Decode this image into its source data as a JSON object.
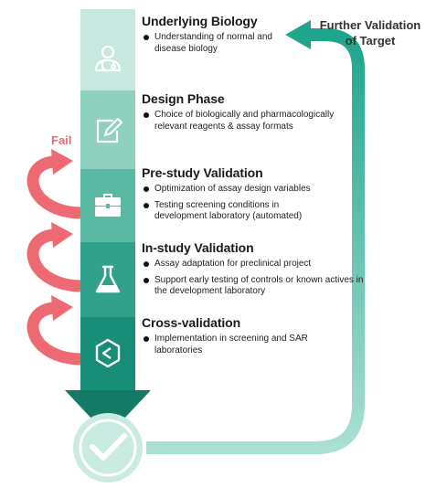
{
  "stages": [
    {
      "icon": "doctor-icon",
      "title": "Underlying Biology",
      "bullets": [
        "Understanding of normal and disease biology"
      ]
    },
    {
      "icon": "pencil-note-icon",
      "title": "Design Phase",
      "bullets": [
        "Choice of biologically and pharmacologically relevant reagents & assay formats"
      ]
    },
    {
      "icon": "briefcase-icon",
      "title": "Pre-study Validation",
      "bullets": [
        "Optimization of assay design variables",
        "Testing screening conditions in development laboratory (automated)"
      ]
    },
    {
      "icon": "flask-icon",
      "title": "In-study Validation",
      "bullets": [
        "Assay adaptation for preclinical project",
        "Support early testing of controls or known actives in the development laboratory"
      ]
    },
    {
      "icon": "hexagon-c-icon",
      "title": "Cross-validation",
      "bullets": [
        "Implementation in screening and SAR laboratories"
      ]
    }
  ],
  "fail_label": "Fail",
  "further_validation": [
    "Further Validation",
    "of Target"
  ],
  "final_icon": "checkmark-icon",
  "colors": {
    "stage_fills": [
      "#c6e8de",
      "#8fd0bf",
      "#5ab9a3",
      "#32a18b",
      "#188d77"
    ],
    "arrow_head": "#137a66",
    "fail_arrow": "#ee6a72",
    "loop_arrow": "#1ea58c",
    "loop_arrow_light": "#9ddccd",
    "check_circle": "#c9ebe1"
  }
}
